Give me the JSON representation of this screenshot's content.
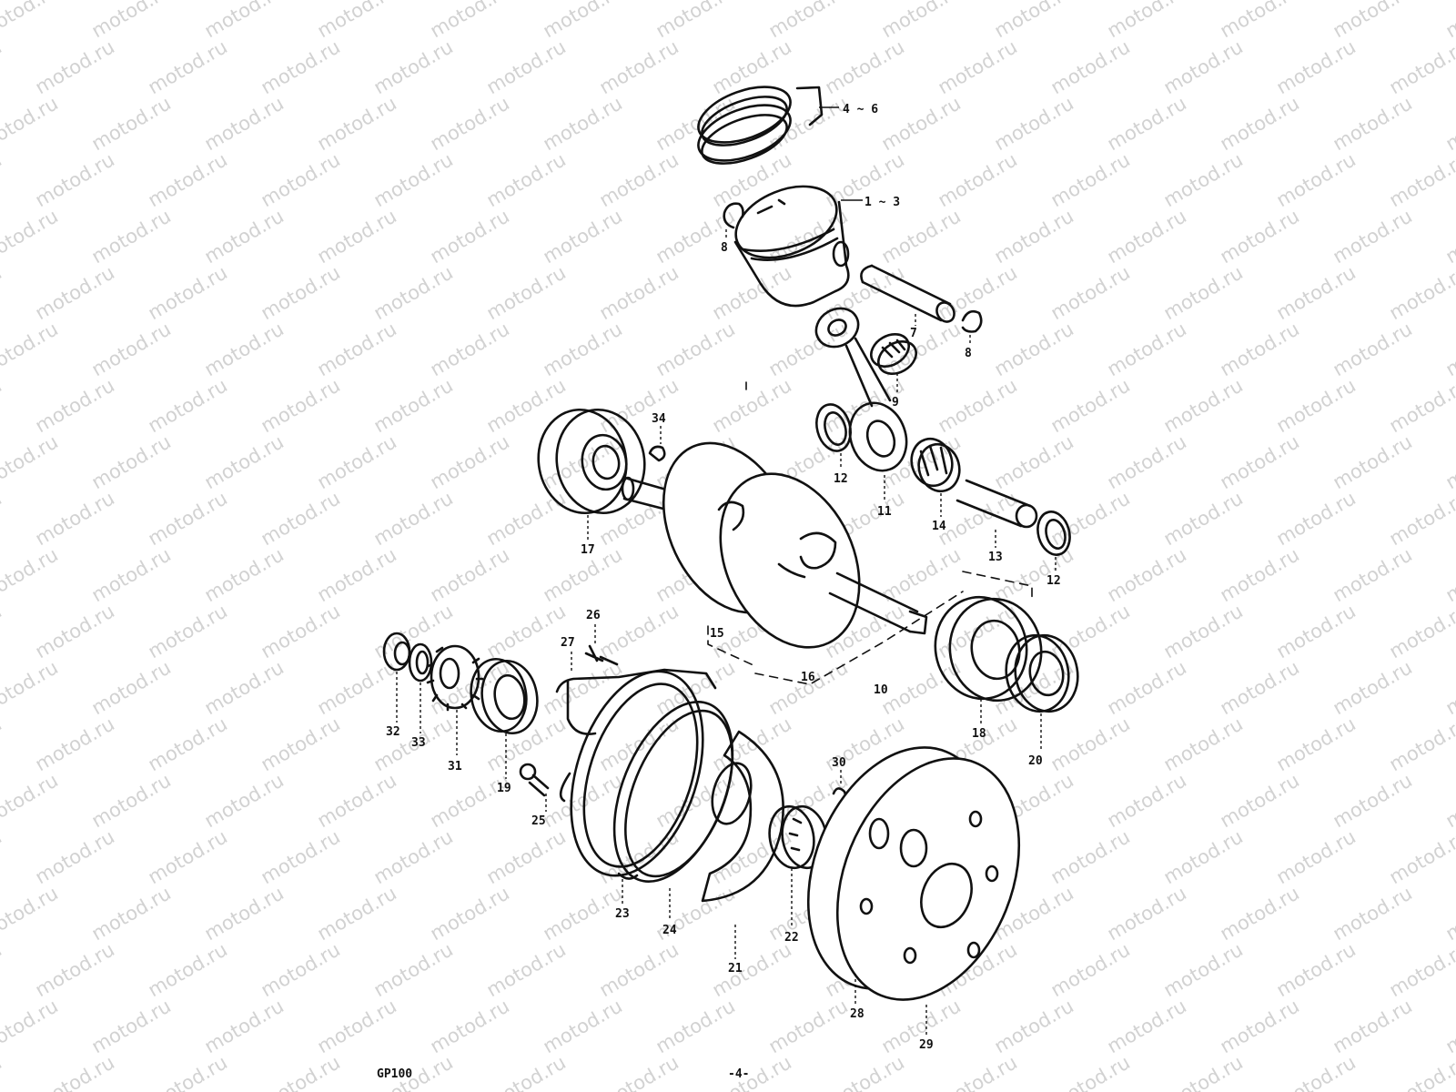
{
  "watermark": {
    "text": "motod.ru"
  },
  "footer": {
    "model": "GP100",
    "page": "-4-"
  },
  "labels": {
    "piston_rings": "4 ~ 6",
    "piston": "1 ~ 3",
    "circlip_left": "8",
    "piston_pin": "7",
    "circlip_right": "8",
    "small_end_bearing": "9",
    "key": "34",
    "bearing_left": "17",
    "washer_12a": "12",
    "conrod": "11",
    "big_end_bearing": "14",
    "crank_pin": "13",
    "washer_12b": "12",
    "crankshaft_15": "15",
    "crankshaft_16": "16",
    "crankshaft_assy": "10",
    "bearing_right": "18",
    "oil_seal_right": "20",
    "bolt_26": "26",
    "part_27": "27",
    "seal_32": "32",
    "washer_33": "33",
    "gear_31": "31",
    "oil_seal_19": "19",
    "bolt_25": "25",
    "housing_23": "23",
    "gasket_24": "24",
    "plate_21": "21",
    "bearing_22": "22",
    "bolt_30": "30",
    "rotor_28": "28",
    "valve_29": "29"
  }
}
